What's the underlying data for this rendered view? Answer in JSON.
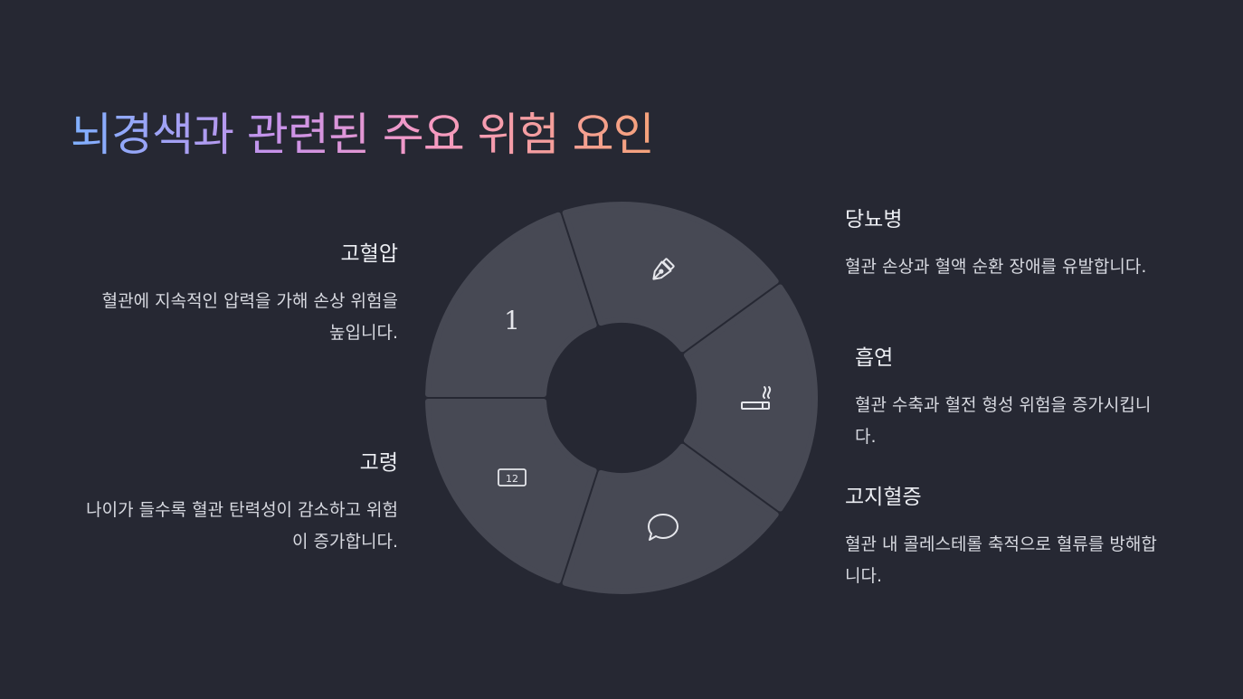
{
  "title": "뇌경색과 관련된 주요 위험 요인",
  "colors": {
    "background": "#262833",
    "segment": "#474954",
    "icon": "#e6e7ec",
    "title_gradient": [
      "#7fb0ff",
      "#c792ea",
      "#f59ac5",
      "#f5a27a"
    ]
  },
  "factors": {
    "hypertension": {
      "heading": "고혈압",
      "description": "혈관에 지속적인 압력을 가해 손상 위험을 높입니다."
    },
    "age": {
      "heading": "고령",
      "description": "나이가 들수록 혈관 탄력성이 감소하고 위험이 증가합니다."
    },
    "diabetes": {
      "heading": "당뇨병",
      "description": "혈관 손상과 혈액 순환 장애를 유발합니다."
    },
    "smoking": {
      "heading": "흡연",
      "description": "혈관 수축과 혈전 형성 위험을 증가시킵니다."
    },
    "cholesterol": {
      "heading": "고지혈증",
      "description": "혈관 내 콜레스테롤 축적으로 혈류를 방해합니다."
    }
  },
  "wheel": {
    "segment_icons": [
      "numeral-one-glyph",
      "pen-nib-icon",
      "cigarette-icon",
      "speech-bubble-icon",
      "calendar-12-icon"
    ],
    "numeral_label": "1",
    "calendar_label": "12"
  }
}
